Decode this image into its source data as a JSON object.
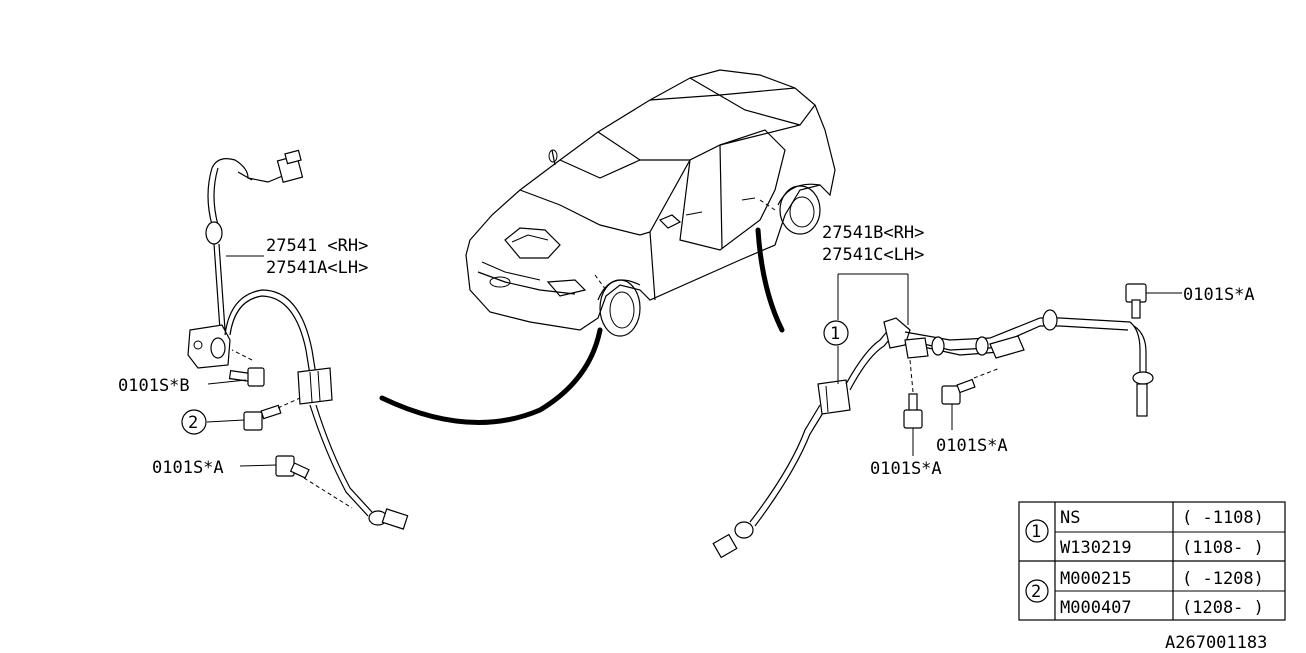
{
  "labels": {
    "front_part_rh": "27541 <RH>",
    "front_part_lh": "27541A<LH>",
    "rear_part_rh": "27541B<RH>",
    "rear_part_lh": "27541C<LH>",
    "bolt_b_left": "0101S*B",
    "bolt_a_left": "0101S*A",
    "bolt_a_rear_top": "0101S*A",
    "bolt_a_rear_mid": "0101S*A",
    "bolt_a_rear_low": "0101S*A",
    "callout_1": "1",
    "callout_2": "2",
    "diagram_code": "A267001183"
  },
  "legend": {
    "rows": [
      {
        "callout": "1",
        "part": "NS",
        "range": "( -1108)"
      },
      {
        "callout": "",
        "part": "W130219",
        "range": "(1108- )"
      },
      {
        "callout": "2",
        "part": "M000215",
        "range": "( -1208)"
      },
      {
        "callout": "",
        "part": "M000407",
        "range": "(1208- )"
      }
    ]
  }
}
